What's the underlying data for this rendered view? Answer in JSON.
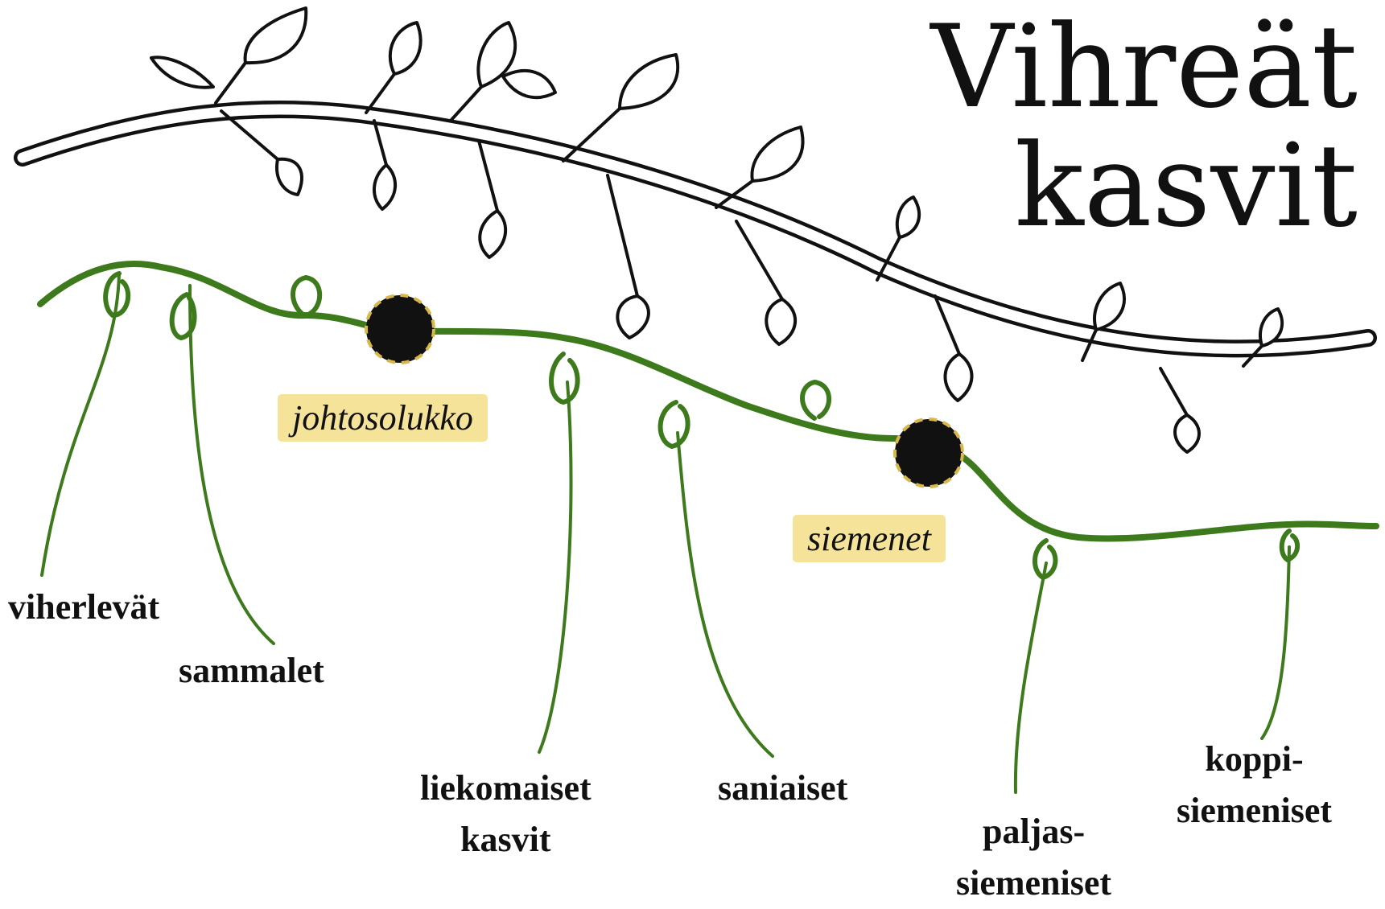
{
  "title": {
    "line1": "Vihreät",
    "line2": "kasvit"
  },
  "markers": {
    "vascular": "johtosolukko",
    "seeds": "siemenet"
  },
  "taxa": {
    "green_algae": "viherlevät",
    "mosses": "sammalet",
    "lycophytes": {
      "line1": "liekomaiset",
      "line2": "kasvit"
    },
    "ferns": "saniaiset",
    "gymnosperms": {
      "line1": "paljas-",
      "line2": "siemeniset"
    },
    "angiosperms": {
      "line1": "koppi-",
      "line2": "siemeniset"
    }
  },
  "colors": {
    "vine": "#3d7a1c",
    "marker_node": "#111111",
    "marker_highlight": "#f6e39a",
    "branch": "#111111"
  }
}
